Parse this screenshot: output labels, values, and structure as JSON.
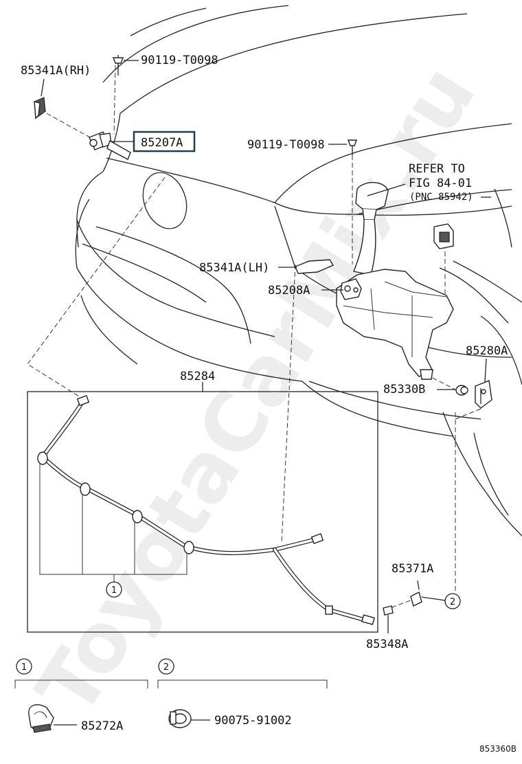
{
  "labels": {
    "p85341a_rh": "85341A(RH)",
    "p90119_top": "90119-T0098",
    "p85207a": "85207A",
    "p90119_mid": "90119-T0098",
    "refer_line1": "REFER TO",
    "refer_line2": "FIG 84-01",
    "refer_line3": "(PNC 85942)",
    "p85341a_lh": "85341A(LH)",
    "p85208a": "85208A",
    "p85280a": "85280A",
    "p85284": "85284",
    "p85330b": "85330B",
    "p85371a": "85371A",
    "p85348a": "85348A",
    "p85272a": "85272A",
    "p90075": "90075-91002",
    "callout_1": "1",
    "callout_2": "2",
    "legend_1": "1",
    "legend_2": "2",
    "figure_id": "853360B"
  },
  "watermark": "ToyotaCarMix.ru",
  "colors": {
    "ink": "#222222",
    "highlight_box": "#1f3f4f",
    "watermark": "#000000"
  },
  "icons": [
    "washer-nozzle-icon",
    "screw-icon",
    "washer-tank-icon",
    "washer-motor-icon",
    "hose-clamp-icon",
    "check-valve-icon",
    "grommet-icon",
    "clip-icon"
  ]
}
